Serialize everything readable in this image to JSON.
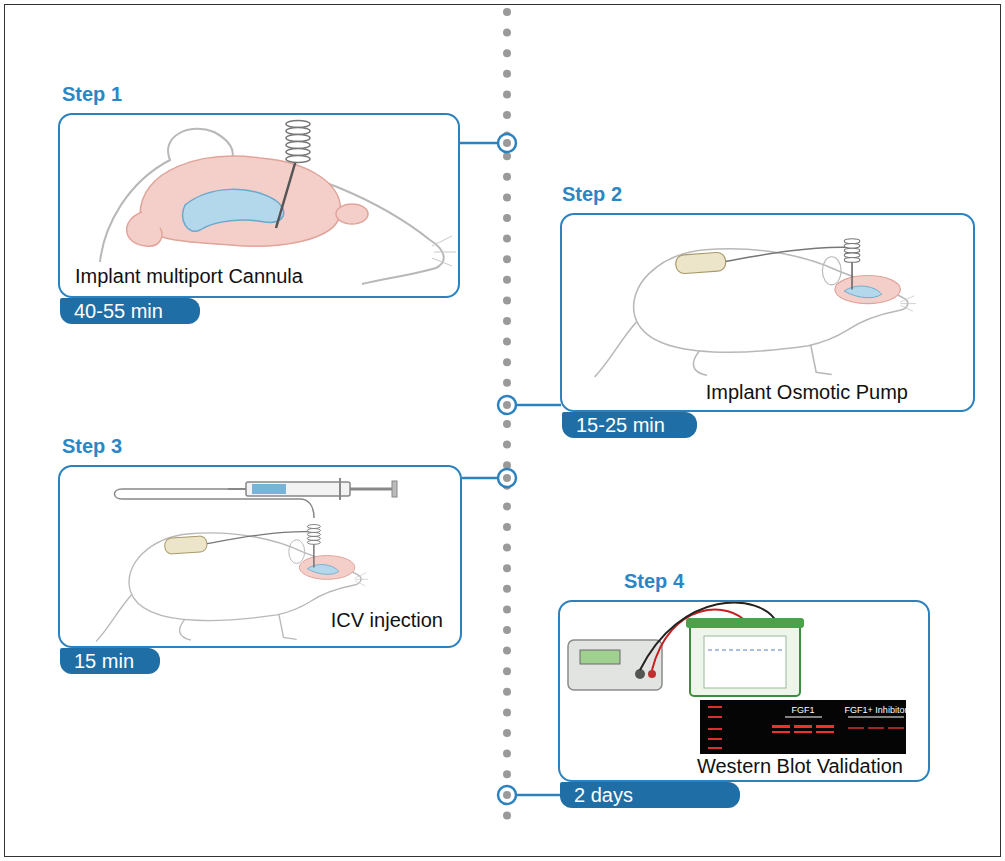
{
  "diagram": {
    "nodes": [
      {
        "text": [
          "Step 1",
          "Implant multiport Cannula"
        ]
      },
      {
        "text": [
          "40-55 min"
        ]
      },
      {
        "text": [
          "Step 2",
          "Implant Osmotic Pump"
        ]
      },
      {
        "text": [
          "15-25 min"
        ]
      },
      {
        "text": [
          "Step 3",
          "ICV injection"
        ]
      },
      {
        "text": [
          "15 min"
        ]
      },
      {
        "text": [
          "Step 4",
          "Western Blot Validation"
        ]
      },
      {
        "text": [
          "2 days"
        ]
      }
    ],
    "labels": [
      "FGF1",
      "FGF1+ Inhibitor"
    ]
  }
}
